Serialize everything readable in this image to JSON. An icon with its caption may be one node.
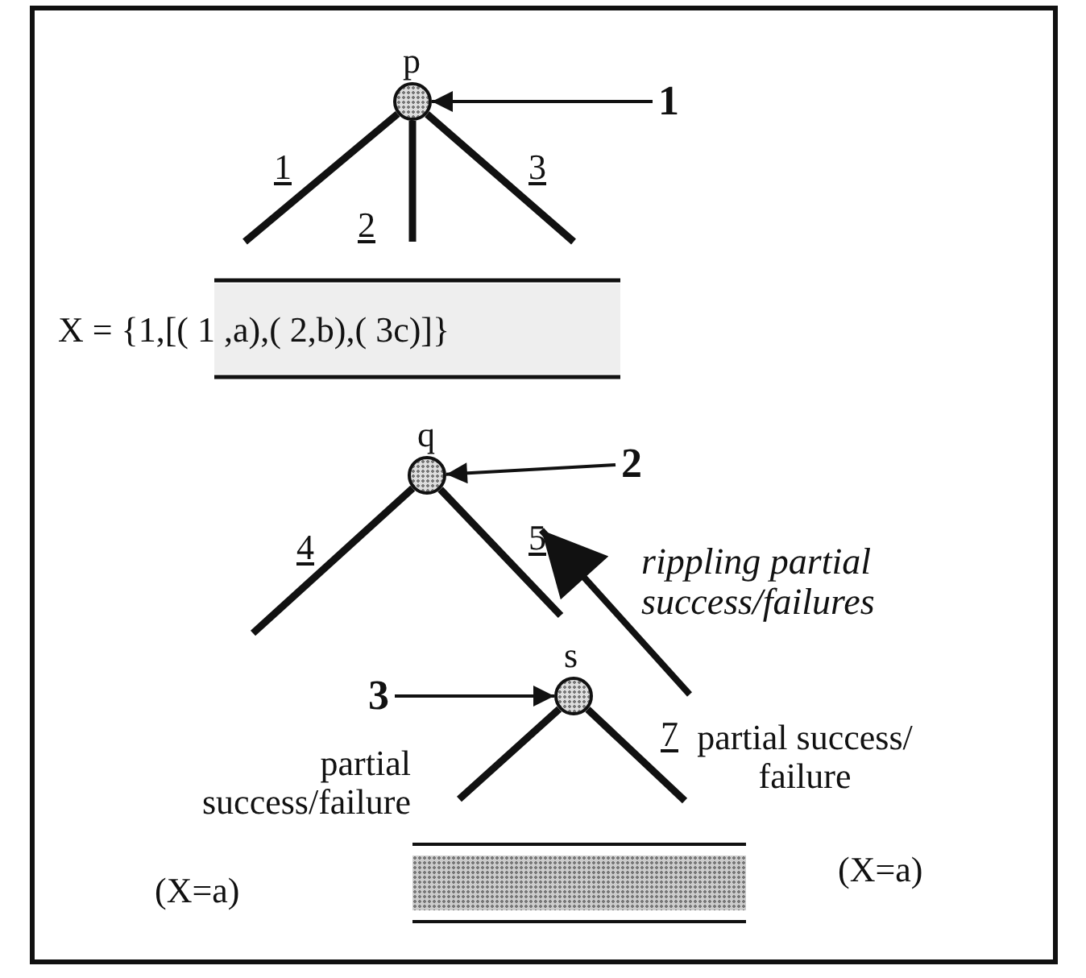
{
  "diagram": {
    "nodes": [
      {
        "text": [],
        "shape": "circle",
        "beside": [
          "p"
        ]
      },
      {
        "text": [
          "1"
        ]
      },
      {
        "text": [
          "X = {1,[( 1 ,a),( 2,b),( 3c)]}"
        ]
      },
      {
        "text": [],
        "shape": "circle",
        "beside": [
          "q"
        ]
      },
      {
        "text": [
          "2"
        ]
      },
      {
        "text": [
          "3"
        ]
      },
      {
        "text": [],
        "shape": "circle",
        "beside": [
          "s"
        ]
      },
      {
        "text": [],
        "shape": "bar"
      }
    ],
    "edges": [
      {
        "from": 1,
        "to": 0,
        "arrow": "to"
      },
      {
        "from": 0,
        "to": null,
        "arrow": "none",
        "label": "1"
      },
      {
        "from": 0,
        "to": null,
        "arrow": "none",
        "label": "2"
      },
      {
        "from": 0,
        "to": null,
        "arrow": "none",
        "label": "3"
      },
      {
        "from": 4,
        "to": 3,
        "arrow": "to"
      },
      {
        "from": 3,
        "to": null,
        "arrow": "none",
        "label": "4"
      },
      {
        "from": 3,
        "to": null,
        "arrow": "none",
        "label": "5"
      },
      {
        "from": 5,
        "to": 6,
        "arrow": "to"
      },
      {
        "from": 6,
        "to": null,
        "arrow": "none"
      },
      {
        "from": 6,
        "to": null,
        "arrow": "none",
        "label": "7"
      }
    ],
    "labels": [
      "rippling partial success/failures",
      "partial success/failure",
      "partial success/ failure",
      "(X=a)",
      "(X=a)"
    ]
  }
}
